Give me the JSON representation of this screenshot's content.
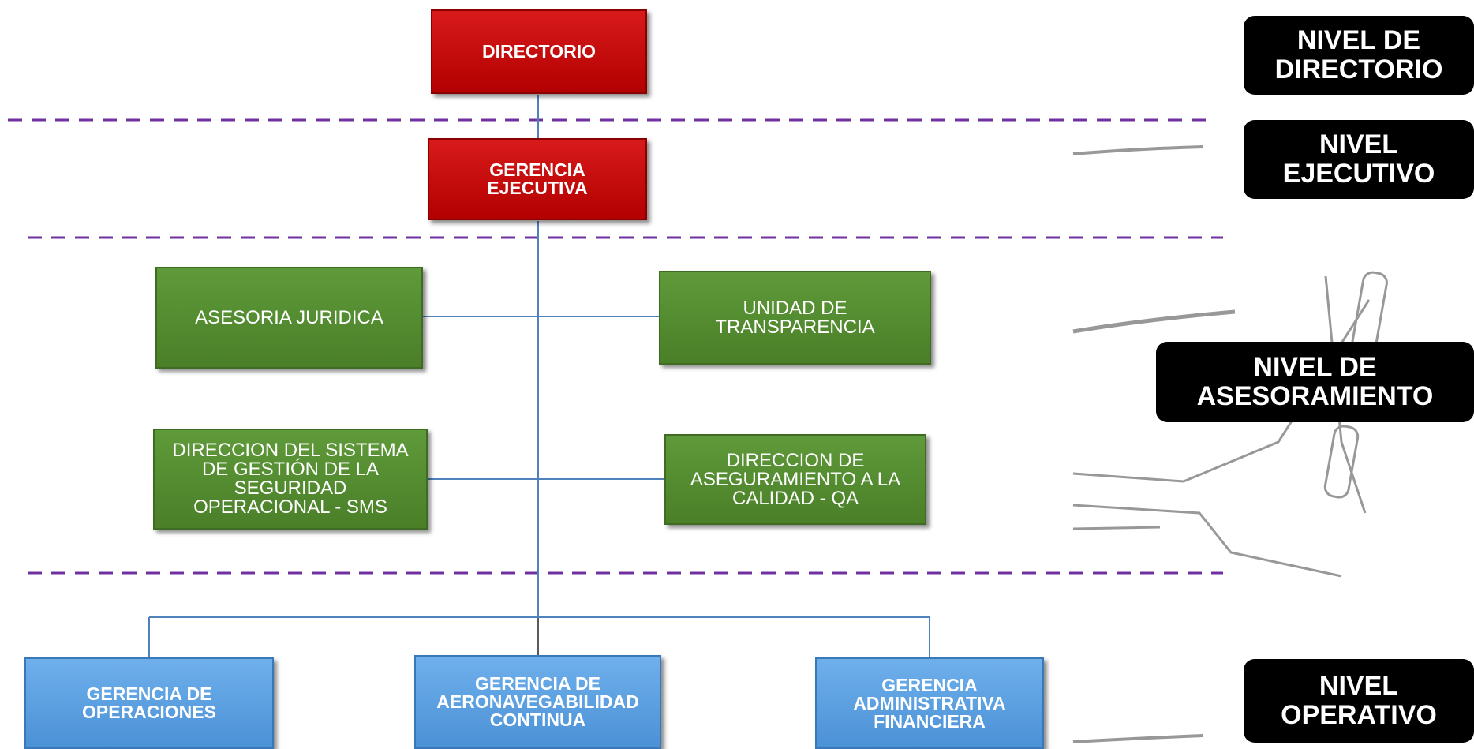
{
  "boxes": {
    "directorio": "DIRECTORIO",
    "gerencia_ejecutiva": "GERENCIA\nEJECUTIVA",
    "asesoria_juridica": "ASESORIA JURIDICA",
    "unidad_transparencia": "UNIDAD DE\nTRANSPARENCIA",
    "direccion_sms": "DIRECCION DEL SISTEMA\nDE GESTIÓN DE LA\nSEGURIDAD\nOPERACIONAL - SMS",
    "direccion_qa": "DIRECCION DE\nASEGURAMIENTO A LA\nCALIDAD - QA",
    "gerencia_operaciones": "GERENCIA DE\nOPERACIONES",
    "gerencia_aeronavegabilidad": "GERENCIA DE\nAERONAVEGABILIDAD\nCONTINUA",
    "gerencia_administrativa": "GERENCIA\nADMINISTRATIVA\nFINANCIERA"
  },
  "levels": {
    "directorio": "NIVEL DE\nDIRECTORIO",
    "ejecutivo": "NIVEL\nEJECUTIVO",
    "asesoramiento": "NIVEL DE\nASESORAMIENTO",
    "operativo": "NIVEL\nOPERATIVO"
  },
  "colors": {
    "directive": "#c80000",
    "advisory": "#548c30",
    "operative": "#5da2e2",
    "separator": "#7030a0",
    "connector": "#4f81bd"
  }
}
